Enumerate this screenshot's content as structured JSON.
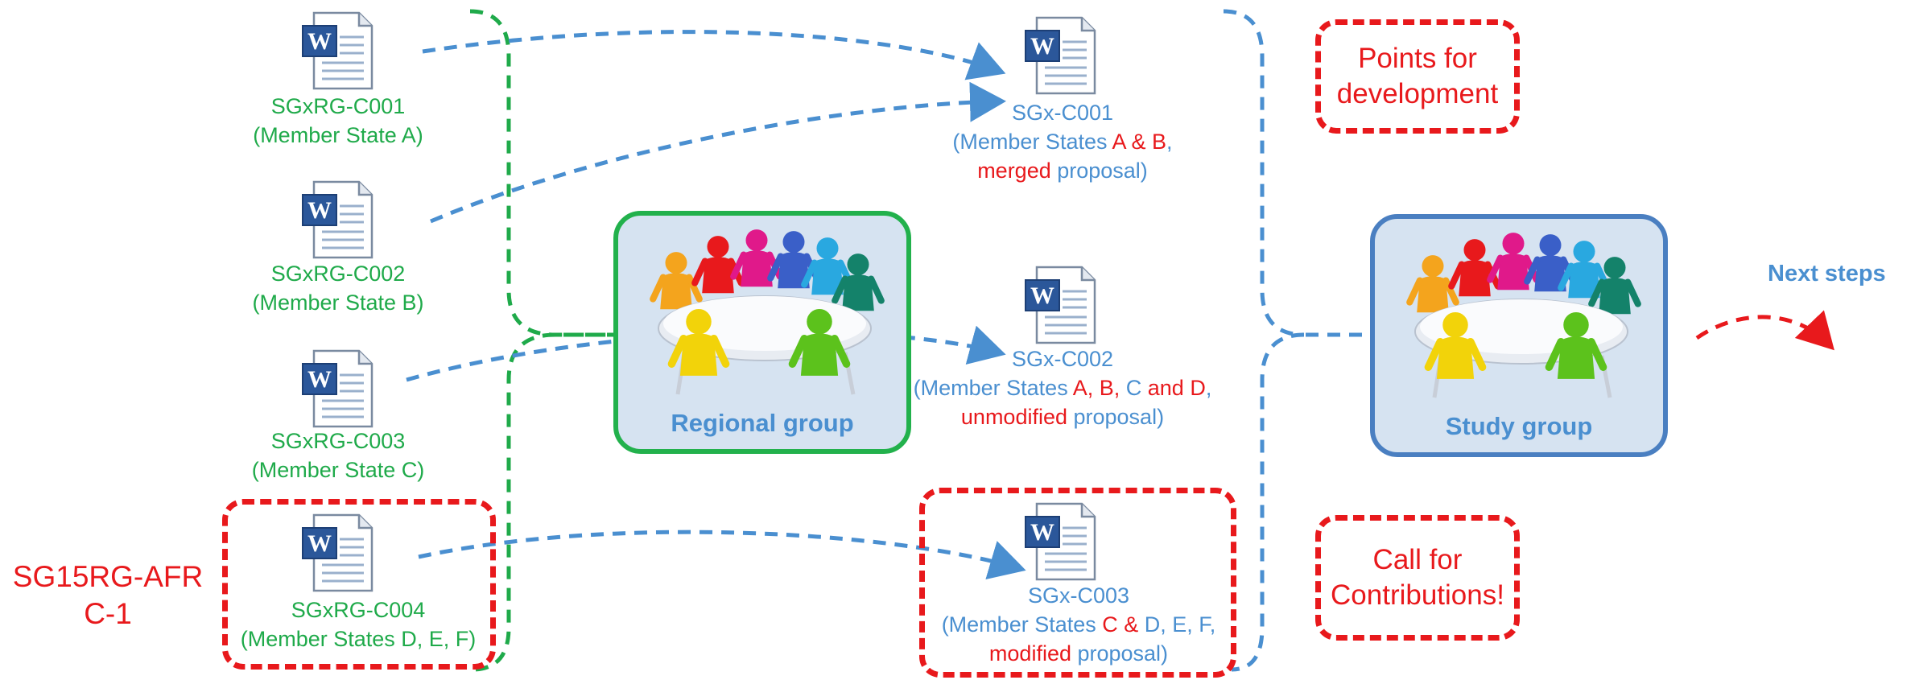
{
  "inputs": [
    {
      "code": "SGxRG-C001",
      "source": "(Member State A)"
    },
    {
      "code": "SGxRG-C002",
      "source": "(Member State B)"
    },
    {
      "code": "SGxRG-C003",
      "source": "(Member State C)"
    },
    {
      "code": "SGxRG-C004",
      "source": "(Member States D, E, F)"
    }
  ],
  "outputs": [
    {
      "code": "SGx-C001",
      "line2": [
        {
          "text": "(Member States ",
          "color": "blue"
        },
        {
          "text": "A & B",
          "color": "red"
        },
        {
          "text": ",",
          "color": "blue"
        }
      ],
      "line3": [
        {
          "text": "merged",
          "color": "red"
        },
        {
          "text": " proposal)",
          "color": "blue"
        }
      ]
    },
    {
      "code": "SGx-C002",
      "line2": [
        {
          "text": "(Member States ",
          "color": "blue"
        },
        {
          "text": "A, B,",
          "color": "red"
        },
        {
          "text": " C ",
          "color": "blue"
        },
        {
          "text": "and D",
          "color": "red"
        },
        {
          "text": ",",
          "color": "blue"
        }
      ],
      "line3": [
        {
          "text": "unmodified",
          "color": "red"
        },
        {
          "text": " proposal)",
          "color": "blue"
        }
      ]
    },
    {
      "code": "SGx-C003",
      "line2": [
        {
          "text": "(Member States ",
          "color": "blue"
        },
        {
          "text": "C &",
          "color": "red"
        },
        {
          "text": " D, E, F,",
          "color": "blue"
        }
      ],
      "line3": [
        {
          "text": "modified",
          "color": "red"
        },
        {
          "text": " proposal)",
          "color": "blue"
        }
      ]
    }
  ],
  "groups": {
    "regional": {
      "label": "Regional group",
      "border_color": "#22b14c"
    },
    "study": {
      "label": "Study group",
      "border_color": "#4a7fc1"
    }
  },
  "callouts": {
    "points": "Points for\ndevelopment",
    "call": "Call for\nContributions!"
  },
  "side_label": "SG15RG-AFR\nC-1",
  "next_steps": "Next steps",
  "colors": {
    "green": "#1faa4a",
    "blue": "#4a8fd0",
    "red": "#e8191c",
    "group_fill": "#d6e3f1"
  },
  "icons": {
    "document": "word-document-icon",
    "meeting": "meeting-people-icon"
  }
}
